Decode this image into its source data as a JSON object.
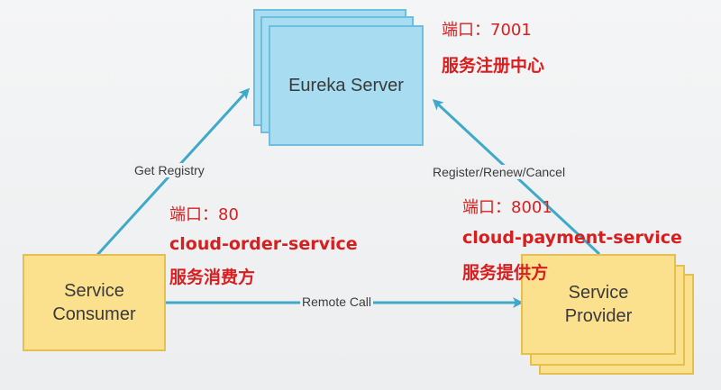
{
  "diagram": {
    "nodes": {
      "eureka": {
        "label": "Eureka Server"
      },
      "consumer": {
        "label": "Service\nConsumer"
      },
      "provider": {
        "label": "Service\nProvider"
      }
    },
    "edges": {
      "get_registry": "Get Registry",
      "register": "Register/Renew/Cancel",
      "remote_call": "Remote Call"
    },
    "annotations": {
      "eureka_port": "端口：7001",
      "eureka_role": "服务注册中心",
      "consumer_port": "端口：80",
      "consumer_name": "cloud-order-service",
      "consumer_role": "服务消费方",
      "provider_port": "端口：8001",
      "provider_name": "cloud-payment-service",
      "provider_role": "服务提供方"
    },
    "colors": {
      "server_fill": "#a7dcf1",
      "client_fill": "#fbe08e",
      "arrow": "#3fa9c9",
      "annotation": "#d81e1e"
    }
  }
}
